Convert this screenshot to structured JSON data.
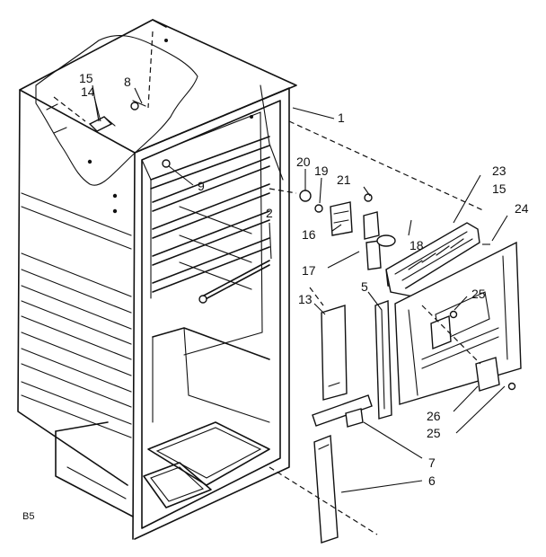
{
  "figure_code": "B5",
  "callouts": {
    "c1": "1",
    "c2": "2",
    "c5": "5",
    "c6": "6",
    "c7": "7",
    "c8": "8",
    "c9": "9",
    "c13": "13",
    "c14": "14",
    "c15a": "15",
    "c15b": "15",
    "c16": "16",
    "c17": "17",
    "c18": "18",
    "c19": "19",
    "c20": "20",
    "c21": "21",
    "c23": "23",
    "c24": "24",
    "c25a": "25",
    "c25b": "25",
    "c26": "26"
  }
}
